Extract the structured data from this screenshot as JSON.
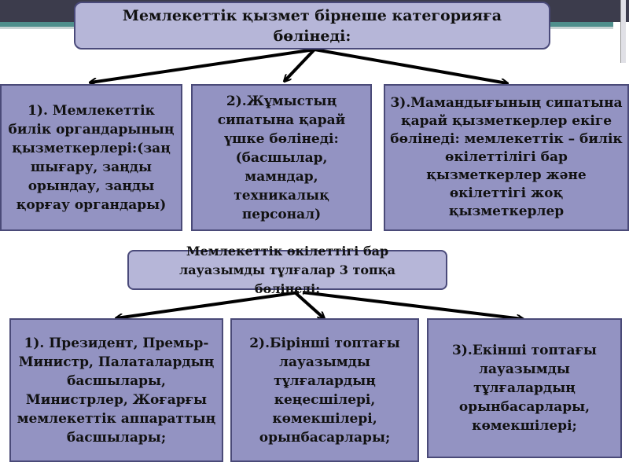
{
  "top_heading": "Мемлекеттік қызмет бірнеше категорияға бөлінеді:",
  "categories": [
    "1). Мемлекеттік билік органдарының қызметкерлері:(заң шығару, заңды орындау, заңды қорғау органдары)",
    "2).Жұмыстың сипатына қарай үшке бөлінеді:(басшылар, мамндар, техникалық персонал)",
    "3).Мамандығының сипатына қарай қызметкерлер екіге бөлінеді: мемлекеттік – билік өкілеттілігі бар қызметкерлер және өкілеттігі жоқ қызметкерлер"
  ],
  "second_heading": "Мемлекеттік өкілеттігі бар лауазымды тұлғалар 3 топқа бөлінеді:",
  "groups": [
    "1). Президент, Премьр-Министр, Палаталардың басшылары, Министрлер, Жоғарғы мемлекеттік аппараттың басшылары;",
    "2).Бірінші топтағы лауазымды тұлғалардың кеңесшілері, көмекшілері, орынбасарлары;",
    "3).Екінші топтағы лауазымды тұлғалардың орынбасарлары, көмекшілері;"
  ],
  "colors": {
    "box_fill": "#9393c2",
    "heading_fill": "#b6b6d8",
    "border": "#4a4a78",
    "header_band": "#3c3c4c",
    "accent_stripe": "#4f8f8c"
  }
}
